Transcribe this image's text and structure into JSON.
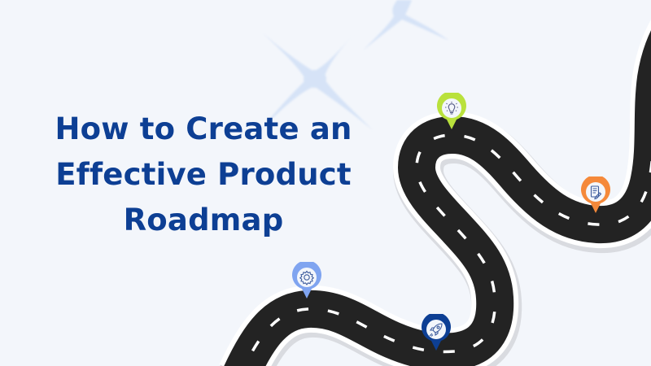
{
  "headline": {
    "line1": "How to Create an",
    "line2": "Effective Product",
    "line3": "Roadmap"
  },
  "colors": {
    "background": "#f3f6fb",
    "headline": "#0d3f94",
    "road": "#232323",
    "road_edge": "#ffffff",
    "road_shadow": "#d9dbe0",
    "lane_marking": "#ffffff",
    "sparkle": "#d6e3f7"
  },
  "milestones": [
    {
      "id": "ideation",
      "icon": "gear-icon",
      "ring_color": "#7fa4f0"
    },
    {
      "id": "launch",
      "icon": "rocket-icon",
      "ring_color": "#0d3f94"
    },
    {
      "id": "idea",
      "icon": "lightbulb-icon",
      "ring_color": "#b9e13c"
    },
    {
      "id": "planning",
      "icon": "checklist-pencil-icon",
      "ring_color": "#f5893a"
    }
  ]
}
